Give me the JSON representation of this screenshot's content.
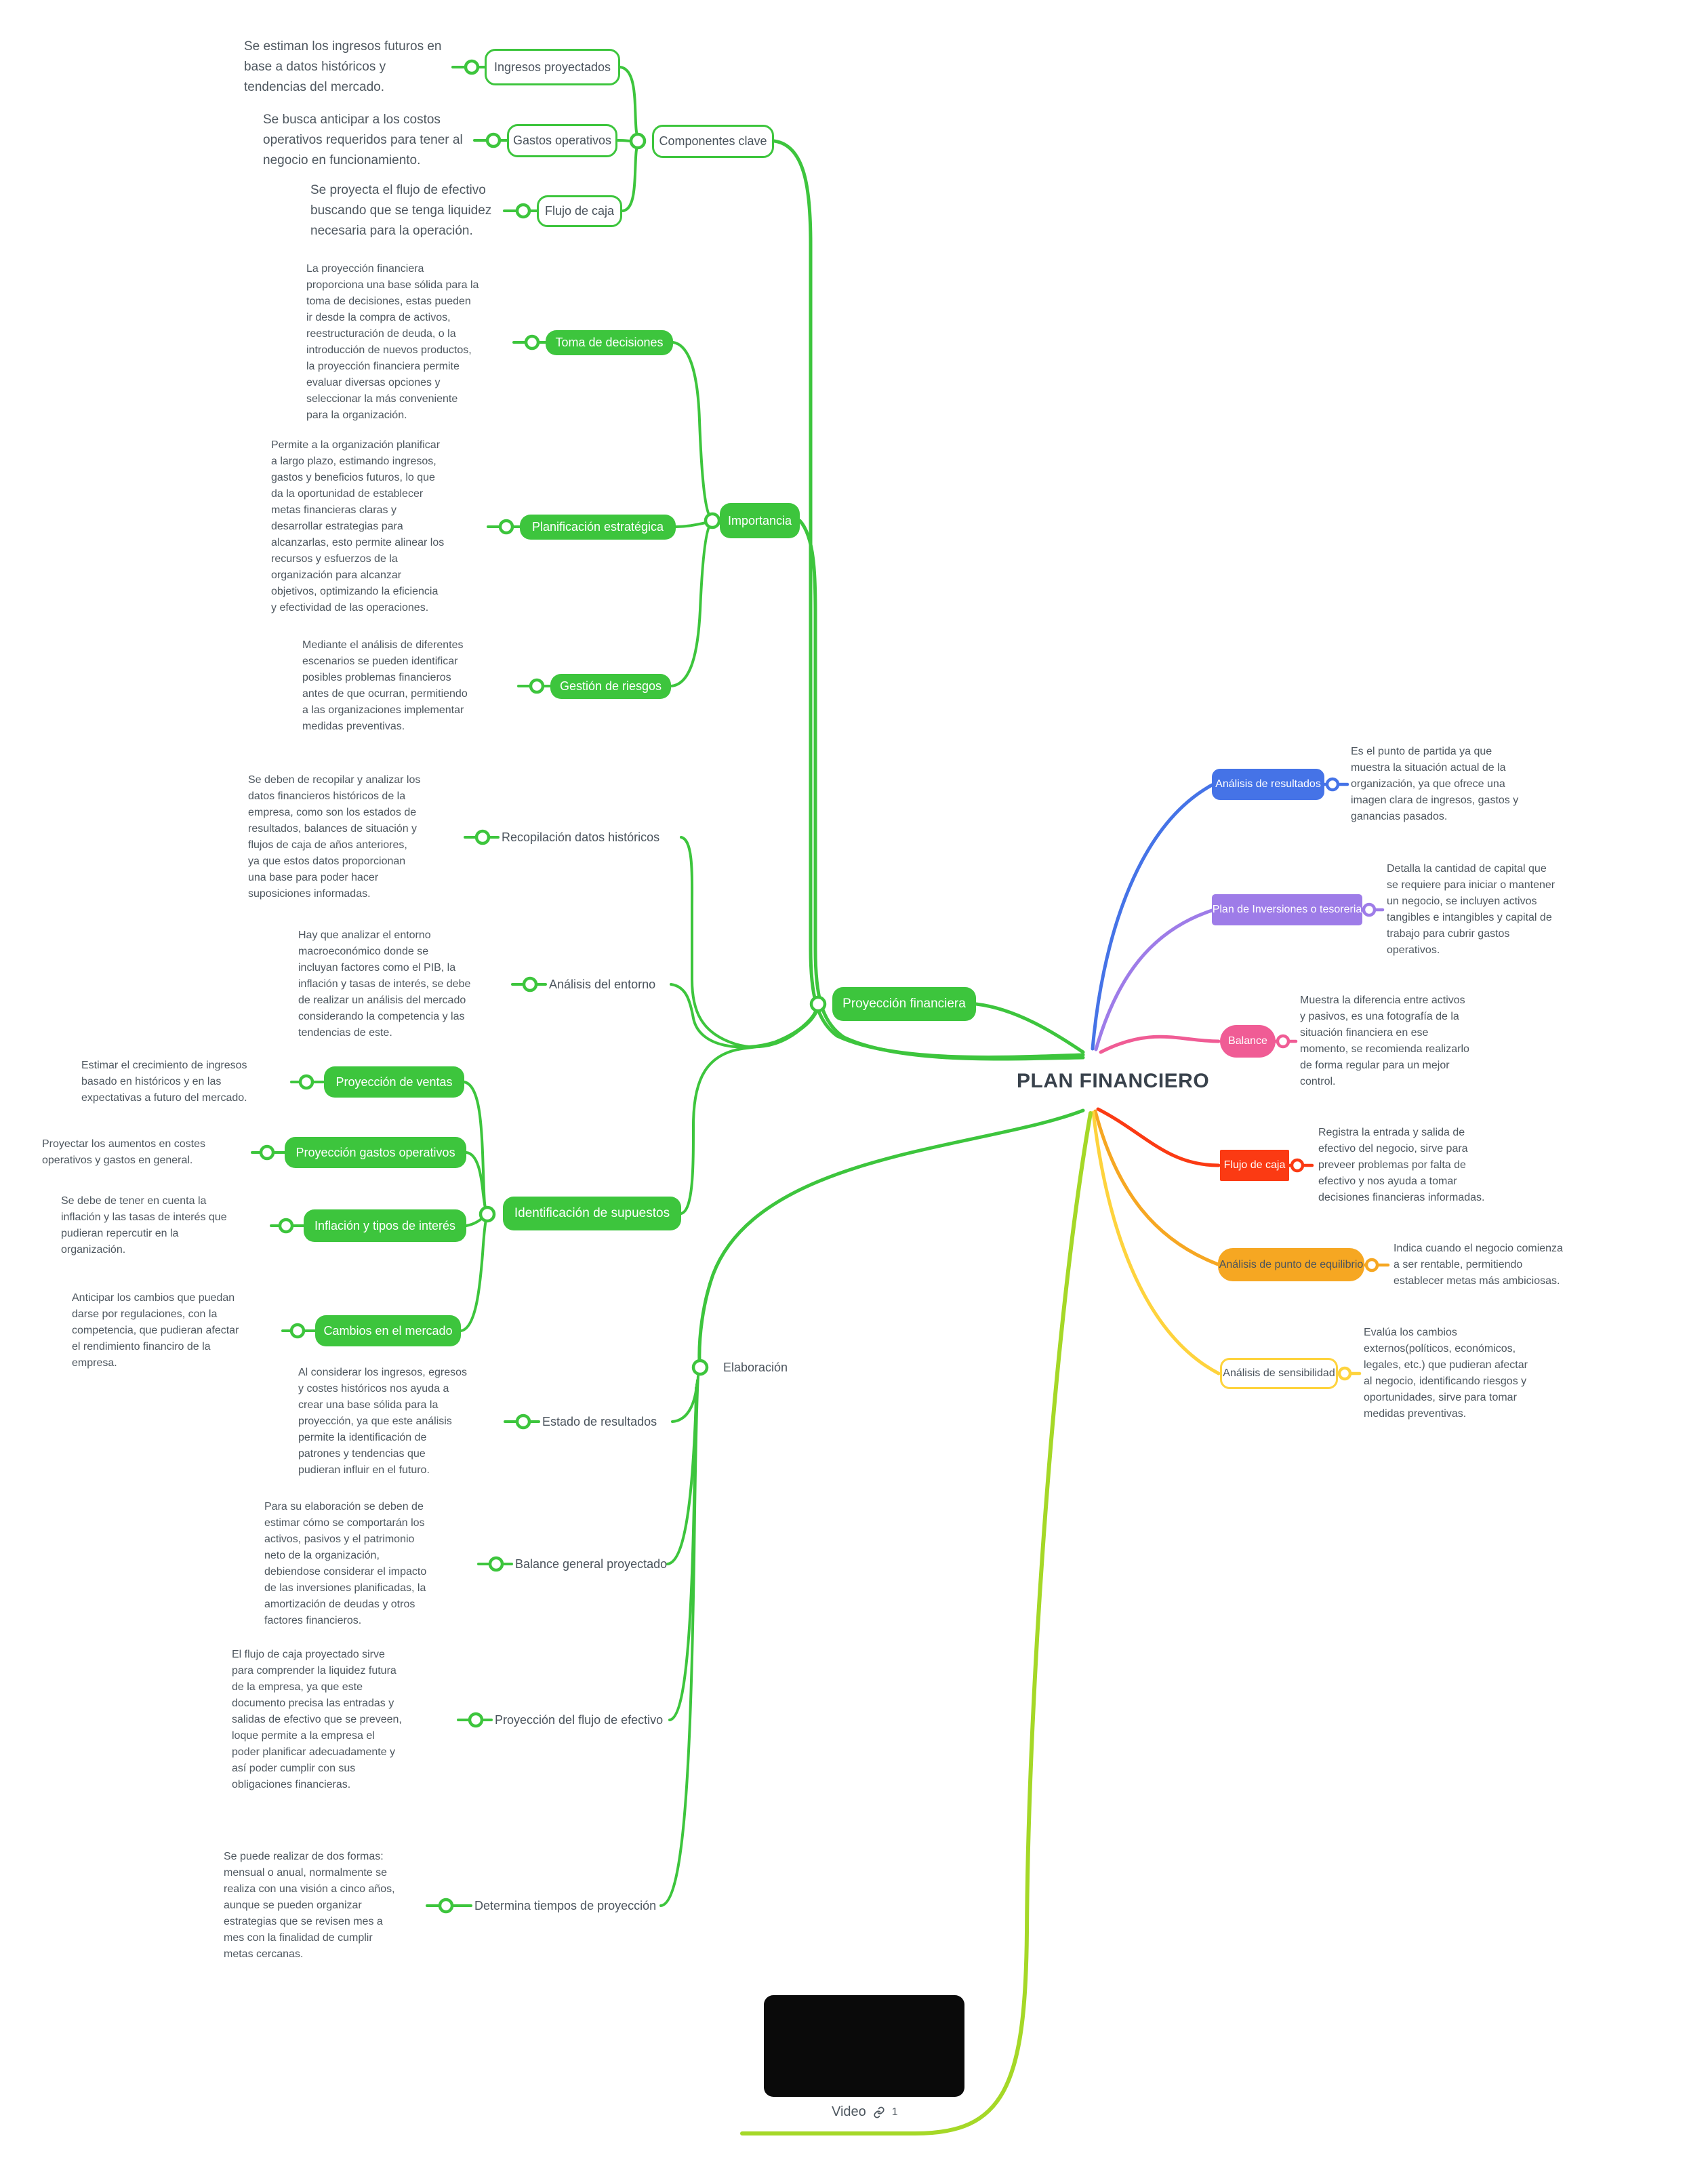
{
  "title": "PLAN FINANCIERO",
  "colors": {
    "green": "#3dc53d",
    "blue": "#4573e7",
    "purple": "#9e7ce8",
    "pink": "#f05c95",
    "red": "#fb3a13",
    "orange": "#f6a722",
    "yellow": "#fed33d",
    "lime": "#a5d827",
    "text": "#4e575f",
    "title_text": "#39424c",
    "video_bg": "#0a0a0a"
  },
  "nodes": {
    "componentes": {
      "label": "Componentes clave"
    },
    "ingresos": {
      "label": "Ingresos proyectados",
      "desc": "Se estiman los ingresos futuros en\nbase a datos históricos y\ntendencias del mercado."
    },
    "gastos": {
      "label": "Gastos operativos",
      "desc": "Se busca anticipar a los costos\noperativos requeridos para tener al\nnegocio en funcionamiento."
    },
    "flujo_caja_izq": {
      "label": "Flujo de caja",
      "desc": "Se proyecta el flujo de efectivo\nbuscando que se tenga liquidez\nnecesaria para la operación."
    },
    "importancia": {
      "label": "Importancia"
    },
    "toma": {
      "label": "Toma de decisiones",
      "desc": "La proyección financiera\nproporciona una base sólida para la\ntoma de decisiones, estas pueden\nir desde la compra de activos,\nreestructuración de deuda, o la\nintroducción de nuevos productos,\nla proyección financiera permite\nevaluar diversas opciones y\nseleccionar la más conveniente\npara la organización."
    },
    "planificacion": {
      "label": "Planificación estratégica",
      "desc": "Permite a la organización planificar\na largo plazo, estimando ingresos,\ngastos y beneficios futuros, lo que\nda la oportunidad de establecer\nmetas financieras claras y\ndesarrollar estrategias para\nalcanzarlas, esto permite alinear los\nrecursos y esfuerzos de la\norganización para alcanzar\nobjetivos, optimizando la eficiencia\ny efectividad de las operaciones."
    },
    "gestion": {
      "label": "Gestión de riesgos",
      "desc": "Mediante el análisis de diferentes\nescenarios se pueden identificar\nposibles problemas financieros\nantes de que ocurran, permitiendo\na las organizaciones implementar\nmedidas preventivas."
    },
    "proyeccion_financiera": {
      "label": "Proyección financiera"
    },
    "recopilacion": {
      "label": "Recopilación datos históricos",
      "desc": "Se deben de recopilar y analizar los\ndatos financieros históricos de la\nempresa, como son los estados de\nresultados, balances de situación y\nflujos de caja de años anteriores,\nya que estos datos proporcionan\nuna base para poder hacer\nsuposiciones informadas."
    },
    "analisis_entorno": {
      "label": "Análisis del entorno",
      "desc": "Hay que analizar el entorno\nmacroeconómico donde se\nincluyan factores como el PIB, la\ninflación y tasas de interés, se debe\nde realizar un análisis del mercado\nconsiderando la competencia y las\ntendencias de este."
    },
    "identificacion": {
      "label": "Identificación de supuestos"
    },
    "proy_ventas": {
      "label": "Proyección de ventas",
      "desc": "Estimar el crecimiento de ingresos\nbasado en históricos y en las\nexpectativas a futuro del mercado."
    },
    "proy_gastos": {
      "label": "Proyección gastos operativos",
      "desc": "Proyectar los aumentos en costes\noperativos y gastos en general."
    },
    "inflacion": {
      "label": "Inflación y tipos de interés",
      "desc": "Se debe de tener en cuenta la\ninflación y las tasas de interés que\npudieran repercutir en la\norganización."
    },
    "cambios": {
      "label": "Cambios en el mercado",
      "desc": "Anticipar los cambios que puedan\ndarse por regulaciones, con la\ncompetencia, que pudieran afectar\nel rendimiento financiro de la\nempresa."
    },
    "elaboracion": {
      "label": "Elaboración"
    },
    "estado": {
      "label": "Estado de resultados",
      "desc": "Al considerar los ingresos, egresos\ny costes históricos nos ayuda a\ncrear una base sólida para la\nproyección, ya que este análisis\npermite la identificación de\npatrones y tendencias que\npudieran influir en el futuro."
    },
    "balance_general": {
      "label": "Balance general proyectado",
      "desc": "Para su elaboración se deben de\nestimar cómo se comportarán los\nactivos, pasivos y el patrimonio\nneto de la organización,\ndebiendose considerar el impacto\nde las inversiones planificadas, la\namortización de deudas y otros\nfactores financieros."
    },
    "proy_flujo": {
      "label": "Proyección del flujo de efectivo",
      "desc": "El flujo de caja proyectado sirve\npara comprender la liquidez futura\nde la empresa, ya que este\ndocumento precisa las entradas y\nsalidas de efectivo que se preveen,\nloque permite a la empresa el\npoder planificar adecuadamente y\nasí poder cumplir con sus\nobligaciones financieras."
    },
    "determina": {
      "label": "Determina tiempos de proyección",
      "desc": "Se puede realizar de dos formas:\nmensual o anual, normalmente se\nrealiza con una visión a cinco años,\naunque se pueden organizar\nestrategias que se revisen mes a\nmes con la finalidad de cumplir\nmetas cercanas."
    },
    "analisis_resultados": {
      "label": "Análisis de resultados",
      "desc": "Es el punto de partida ya que\nmuestra la situación actual de la\norganización, ya que ofrece una\nimagen clara de ingresos, gastos y\nganancias pasados."
    },
    "plan_inversiones": {
      "label": "Plan de Inversiones o tesoreria",
      "desc": "Detalla la cantidad de capital que\nse requiere para iniciar o mantener\nun negocio, se incluyen activos\ntangibles e intangibles y capital de\ntrabajo para cubrir gastos\noperativos."
    },
    "balance": {
      "label": "Balance",
      "desc": "Muestra la diferencia entre activos\ny pasivos, es una fotografía de la\nsituación financiera en ese\nmomento, se recomienda realizarlo\nde forma regular para un mejor\ncontrol."
    },
    "flujo_caja_der": {
      "label": "Flujo de caja",
      "desc": "Registra la entrada y salida de\nefectivo del negocio, sirve para\npreveer problemas por falta de\nefectivo y nos ayuda a tomar\ndecisiones financieras informadas."
    },
    "punto_equilibrio": {
      "label": "Análisis de punto de equilibrio",
      "desc": "Indica cuando el negocio comienza\na ser rentable, permitiendo\nestablecer metas más ambiciosas."
    },
    "sensibilidad": {
      "label": "Análisis de sensibilidad",
      "desc": "Evalúa los cambios\nexternos(políticos, económicos,\nlegales, etc.) que pudieran afectar\nal negocio, identificando riesgos y\noportunidades, sirve para tomar\nmedidas preventivas."
    }
  },
  "video": {
    "caption": "Video",
    "link_count": "1"
  }
}
